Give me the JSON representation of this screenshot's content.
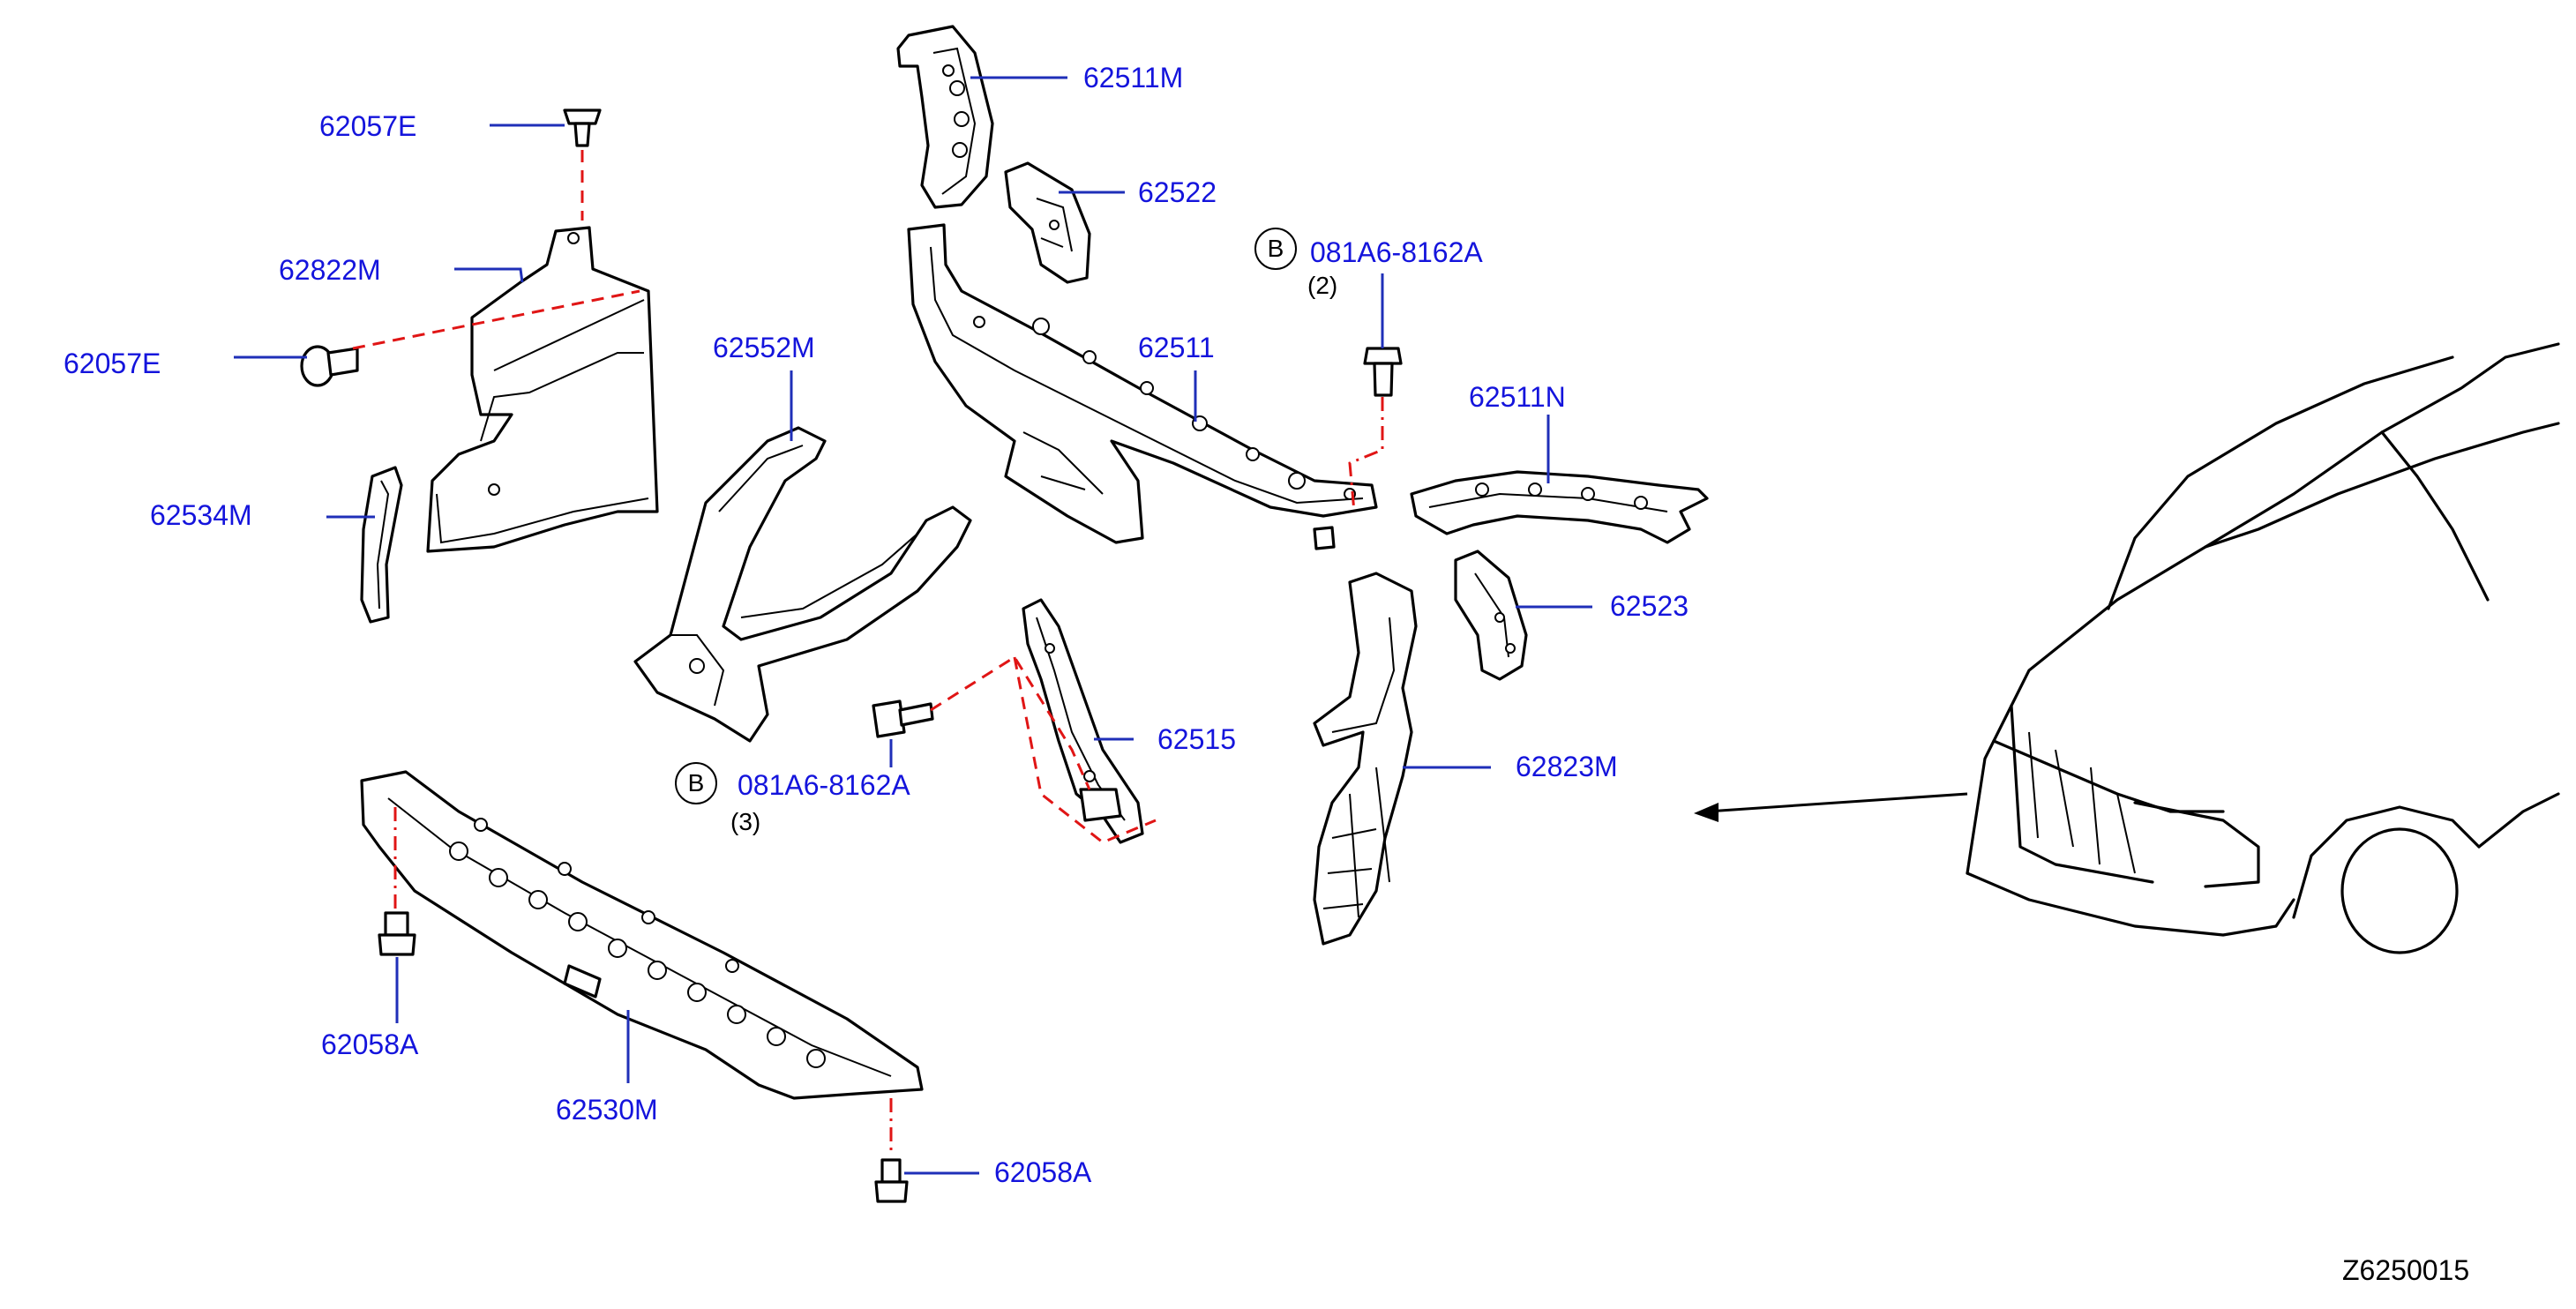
{
  "labels": {
    "p62511M": "62511M",
    "p62522": "62522",
    "p62057E_top": "62057E",
    "p62822M": "62822M",
    "p62057E_left": "62057E",
    "p62534M": "62534M",
    "p62552M": "62552M",
    "p62511": "62511",
    "p62511N": "62511N",
    "p62523": "62523",
    "p62515": "62515",
    "p62823M": "62823M",
    "p62058A_left": "62058A",
    "p62530M": "62530M",
    "p62058A_bottom": "62058A"
  },
  "bolts": {
    "upper": {
      "symbol": "B",
      "part": "081A6-8162A",
      "qty": "(2)"
    },
    "lower": {
      "symbol": "B",
      "part": "081A6-8162A",
      "qty": "(3)"
    }
  },
  "diagram_code": "Z6250015",
  "colors": {
    "part_number": "#1414dc",
    "leader": "#1f2fb8",
    "fastener_path": "#e01515",
    "line_art": "#000000"
  }
}
